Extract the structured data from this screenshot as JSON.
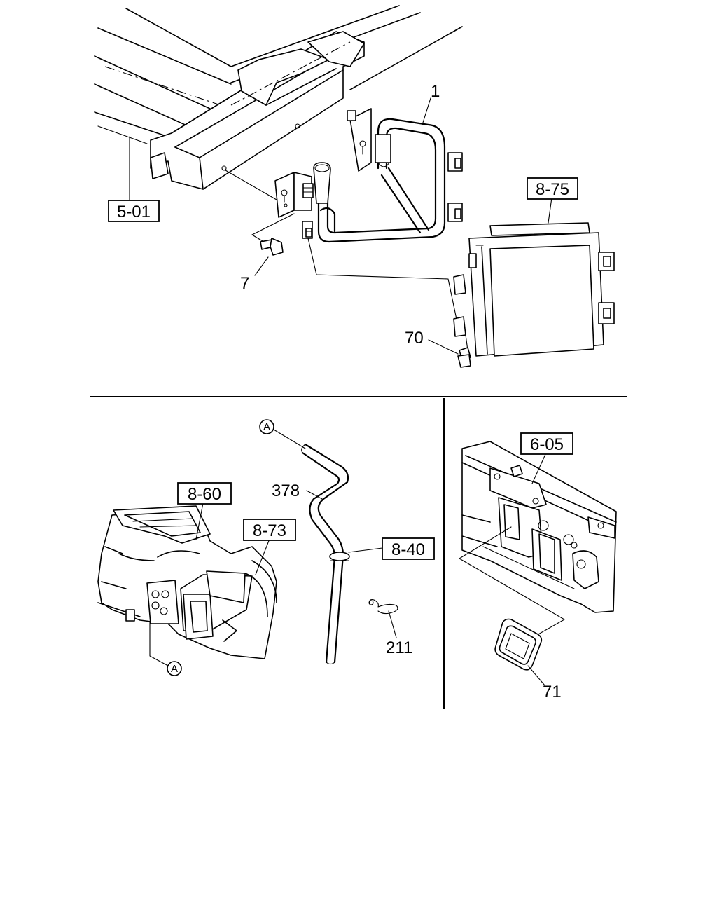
{
  "labels": {
    "frame_ref": "5-01",
    "tube_part": "1",
    "bolt_part": "7",
    "condenser_ref": "8-75",
    "nut_part": "70",
    "hose_part": "378",
    "evaporator_ref": "8-60",
    "blower_ref": "8-73",
    "grommet_ref": "8-40",
    "clip_part": "211",
    "dash_panel_ref": "6-05",
    "seal_part": "71",
    "connector_top": "A",
    "connector_bottom": "A"
  },
  "colors": {
    "line": "#000000",
    "background": "#ffffff"
  }
}
